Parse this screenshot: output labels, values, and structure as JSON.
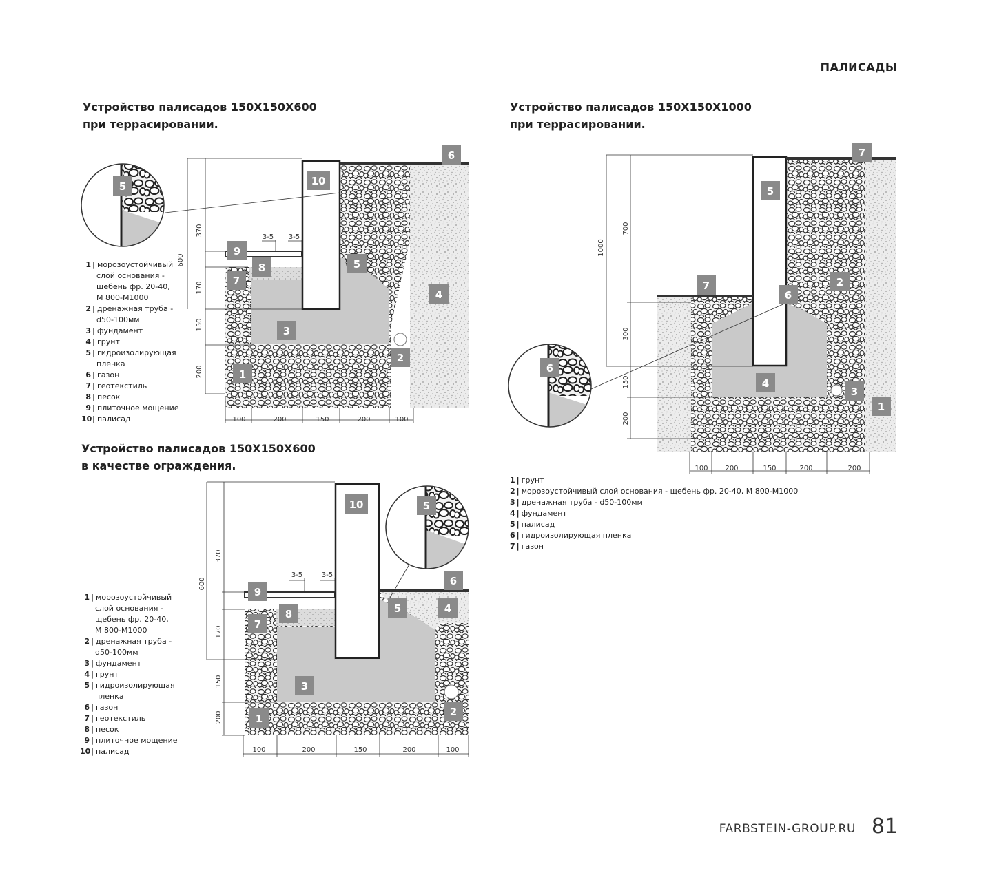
{
  "section_title": "ПАЛИСАДЫ",
  "footer": {
    "site": "FARBSTEIN-GROUP.RU",
    "page": "81"
  },
  "fig1": {
    "title_line1": "Устройство палисадов 150X150X600",
    "title_line2": "при террасировании.",
    "legend": [
      {
        "n": "1",
        "lines": [
          "морозоустойчивый",
          "слой основания -",
          "щебень фр. 20-40,",
          "М 800-М1000"
        ]
      },
      {
        "n": "2",
        "lines": [
          "дренажная труба -",
          "d50-100мм"
        ]
      },
      {
        "n": "3",
        "lines": [
          "фундамент"
        ]
      },
      {
        "n": "4",
        "lines": [
          "грунт"
        ]
      },
      {
        "n": "5",
        "lines": [
          "гидроизолирующая",
          "пленка"
        ]
      },
      {
        "n": "6",
        "lines": [
          "газон"
        ]
      },
      {
        "n": "7",
        "lines": [
          "геотекстиль"
        ]
      },
      {
        "n": "8",
        "lines": [
          "песок"
        ]
      },
      {
        "n": "9",
        "lines": [
          "плиточное мощение"
        ]
      },
      {
        "n": "10",
        "lines": [
          "палисад"
        ]
      }
    ],
    "dims_v": [
      "600",
      "370",
      "170",
      "150",
      "200"
    ],
    "dims_h": [
      "100",
      "200",
      "150",
      "200",
      "100"
    ],
    "gap1": "3-5",
    "gap2": "3-5"
  },
  "fig2": {
    "title_line1": "Устройство палисадов 150X150X1000",
    "title_line2": "при террасировании.",
    "legend": [
      {
        "n": "1",
        "text": "грунт"
      },
      {
        "n": "2",
        "text": "морозоустойчивый слой основания - щебень фр. 20-40, М 800-М1000"
      },
      {
        "n": "3",
        "text": "дренажная труба - d50-100мм"
      },
      {
        "n": "4",
        "text": "фундамент"
      },
      {
        "n": "5",
        "text": "палисад"
      },
      {
        "n": "6",
        "text": "гидроизолирующая пленка"
      },
      {
        "n": "7",
        "text": "газон"
      }
    ],
    "dims_v": [
      "1000",
      "700",
      "300",
      "150",
      "200"
    ],
    "dims_h": [
      "100",
      "200",
      "150",
      "200",
      "200"
    ]
  },
  "fig3": {
    "title_line1": "Устройство палисадов 150X150X600",
    "title_line2": "в качестве ограждения.",
    "legend": [
      {
        "n": "1",
        "lines": [
          "морозоустойчивый",
          "слой основания -",
          "щебень фр. 20-40,",
          "М 800-М1000"
        ]
      },
      {
        "n": "2",
        "lines": [
          "дренажная труба -",
          "d50-100мм"
        ]
      },
      {
        "n": "3",
        "lines": [
          "фундамент"
        ]
      },
      {
        "n": "4",
        "lines": [
          "грунт"
        ]
      },
      {
        "n": "5",
        "lines": [
          "гидроизолирующая",
          "пленка"
        ]
      },
      {
        "n": "6",
        "lines": [
          "газон"
        ]
      },
      {
        "n": "7",
        "lines": [
          "геотекстиль"
        ]
      },
      {
        "n": "8",
        "lines": [
          "песок"
        ]
      },
      {
        "n": "9",
        "lines": [
          "плиточное мощение"
        ]
      },
      {
        "n": "10",
        "lines": [
          "палисад"
        ]
      }
    ],
    "dims_v": [
      "600",
      "370",
      "170",
      "150",
      "200"
    ],
    "dims_h": [
      "100",
      "200",
      "150",
      "200",
      "100"
    ],
    "gap1": "3-5",
    "gap2": "3-5"
  },
  "badges": [
    "1",
    "2",
    "3",
    "4",
    "5",
    "6",
    "7",
    "8",
    "9",
    "10"
  ],
  "colors": {
    "badge": "#8a8a8a",
    "concrete": "#c9c9c9",
    "gravel_line": "#333333",
    "soil_dot": "#9a9a9a"
  }
}
